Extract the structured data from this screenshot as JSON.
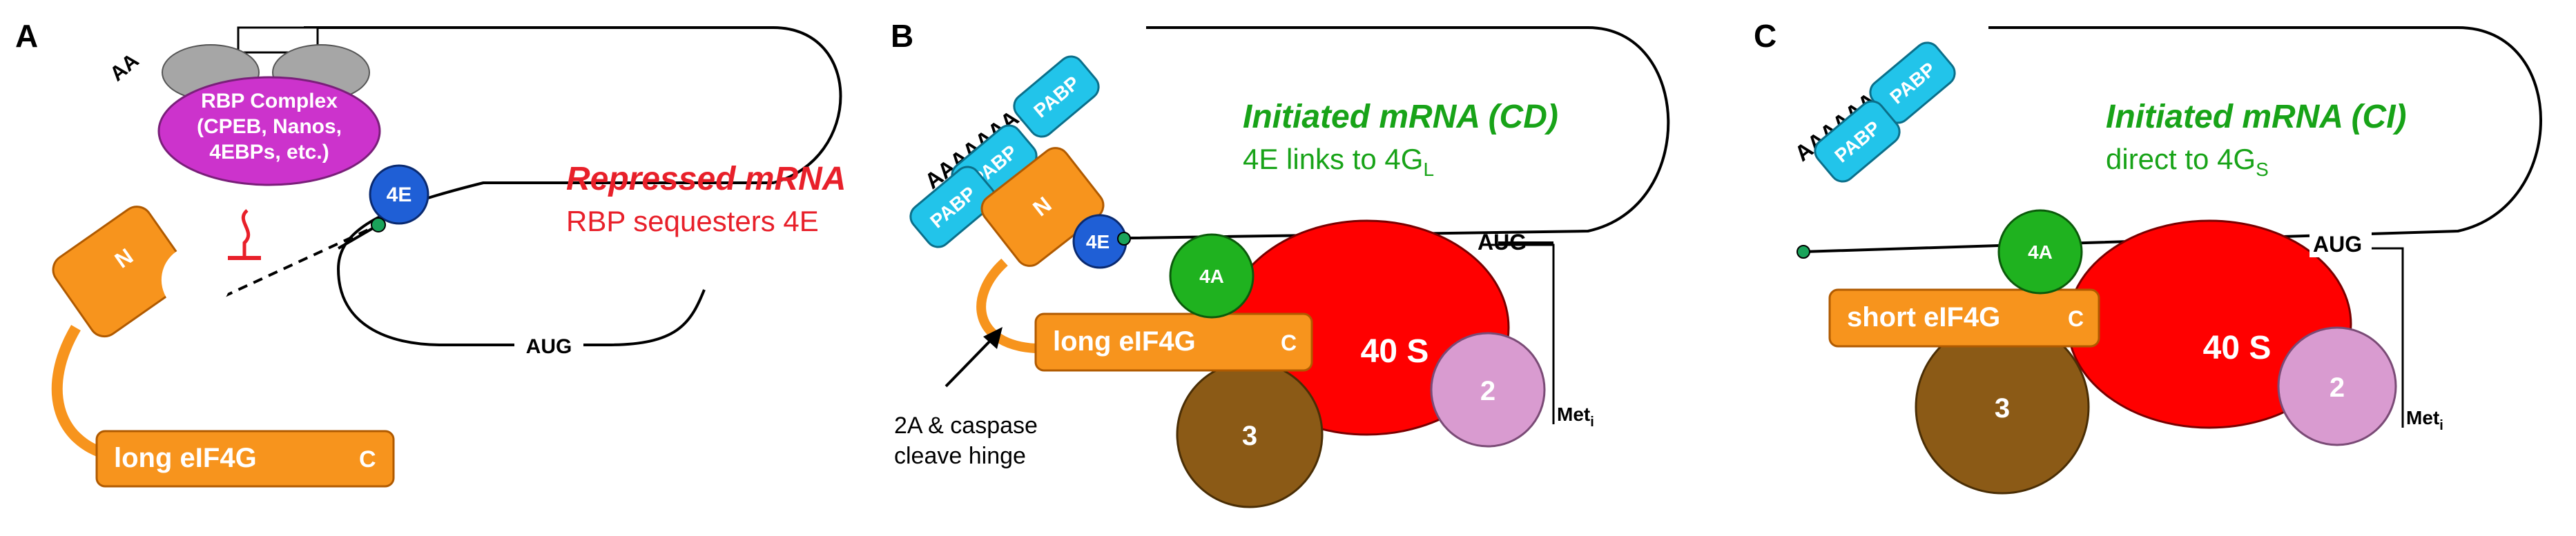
{
  "panels": {
    "a": {
      "letter": "A",
      "poly_a": "AA",
      "rbp_lines": [
        "RBP Complex",
        "(CPEB, Nanos,",
        "4EBPs, etc.)"
      ],
      "cap_4e": "4E",
      "n_domain": "N",
      "aug": "AUG",
      "eif4g_label": "long eIF4G",
      "c_label": "C",
      "status_title": "Repressed mRNA",
      "status_text": "RBP sequesters 4E"
    },
    "b": {
      "letter": "B",
      "poly_a": "AAAAAAAAAAA",
      "pabp_1": "PABP",
      "pabp_2": "PABP",
      "pabp_3": "PABP",
      "n_domain": "N",
      "cap_4e": "4E",
      "factor_4a": "4A",
      "aug": "AUG",
      "ribosome_40s": "40 S",
      "factor_2": "2",
      "factor_3": "3",
      "met_main": "Met",
      "met_sub": "i",
      "eif4g_label": "long eIF4G",
      "c_label": "C",
      "status_title": "Initiated mRNA (CD)",
      "status_text": "4E links to 4G",
      "status_sub": "L",
      "arrow_note_lines": [
        "2A & caspase",
        "cleave hinge"
      ]
    },
    "c": {
      "letter": "C",
      "poly_a": "AAAAAAAAAAA",
      "pabp_1": "PABP",
      "pabp_2": "PABP",
      "factor_4a": "4A",
      "aug": "AUG",
      "ribosome_40s": "40 S",
      "factor_2": "2",
      "factor_3": "3",
      "met_main": "Met",
      "met_sub": "i",
      "eif4g_label": "short eIF4G",
      "c_label": "C",
      "status_title": "Initiated mRNA (CI)",
      "status_text": "direct to 4G",
      "status_sub": "S"
    }
  },
  "colors": {
    "orange": "#f7941d",
    "orange_stroke": "#b05a00",
    "magenta": "#cc33cc",
    "gray": "#a6a6a6",
    "blue_4e": "#1f5fd6",
    "cyan_pabp": "#22c4ea",
    "green_4a": "#1fb21f",
    "red_40s": "#ff0000",
    "pink_2": "#d99bd0",
    "brown_3": "#8b5a16",
    "repressed_red": "#e8202a",
    "initiated_green": "#18a318"
  }
}
